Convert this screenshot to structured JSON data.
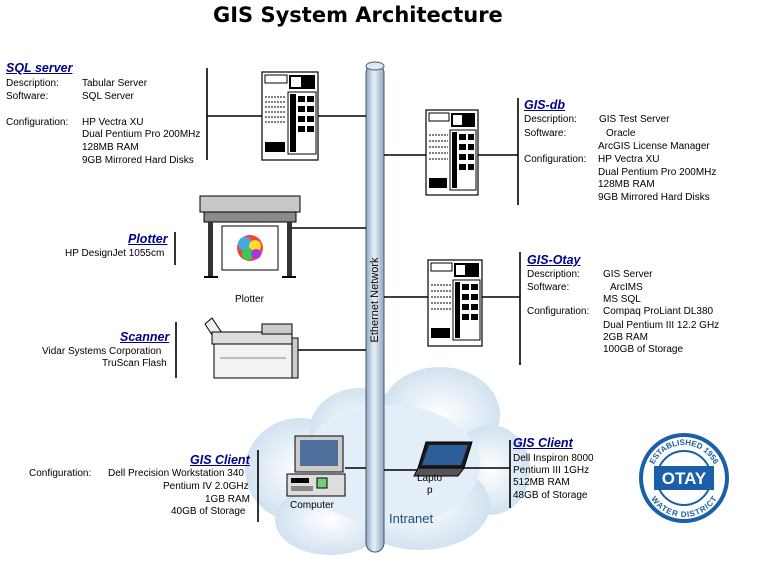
{
  "title": "GIS System Architecture",
  "network_label": "Ethernet Network",
  "intranet_label": "Intranet",
  "sql_server": {
    "heading": "SQL server",
    "desc_label": "Description:",
    "desc_value": "Tabular Server",
    "soft_label": "Software:",
    "soft_value": "SQL Server",
    "config_label": "Configuration:",
    "config_lines": [
      "HP Vectra XU",
      "Dual Pentium Pro 200MHz",
      "128MB RAM",
      "9GB Mirrored Hard Disks"
    ]
  },
  "gis_db": {
    "heading": "GIS-db",
    "desc_label": "Description:",
    "desc_value": "GIS Test Server",
    "soft_label": "Software:",
    "soft_lines": [
      "Oracle",
      "ArcGIS License Manager"
    ],
    "config_label": "Configuration:",
    "config_lines": [
      "HP Vectra XU",
      "Dual Pentium Pro 200MHz",
      "128MB RAM",
      "9GB Mirrored Hard Disks"
    ]
  },
  "plotter": {
    "heading": "Plotter",
    "model": "HP DesignJet 1055cm",
    "caption": "Plotter"
  },
  "gis_otay": {
    "heading": "GIS-Otay",
    "desc_label": "Description:",
    "desc_value": "GIS Server",
    "soft_label": "Software:",
    "soft_lines": [
      "ArcIMS",
      "MS SQL"
    ],
    "config_label": "Configuration:",
    "config_lines": [
      "Compaq ProLiant DL380",
      "Dual Pentium III 12.2 GHz",
      "2GB RAM",
      "100GB of Storage"
    ]
  },
  "scanner": {
    "heading": "Scanner",
    "lines": [
      "Vidar Systems Corporation",
      "TruScan Flash"
    ]
  },
  "gis_client_left": {
    "heading": "GIS Client",
    "config_label": "Configuration:",
    "config_lines": [
      "Dell Precision Workstation 340",
      "Pentium IV 2.0GHz",
      "1GB RAM",
      "40GB of Storage"
    ],
    "caption": "Computer"
  },
  "gis_client_right": {
    "heading": "GIS Client",
    "lines": [
      "Dell Inspiron 8000",
      "Pentium III 1GHz",
      "512MB RAM",
      "48GB of Storage"
    ],
    "caption_1": "Lapto",
    "caption_2": "p"
  },
  "logo": {
    "center": "OTAY",
    "top_arc": "ESTABLISHED 1956",
    "bottom_arc": "WATER DISTRICT",
    "color": "#1a5fa8"
  },
  "colors": {
    "heading": "#00008b",
    "cloud": "#dbe9f5",
    "pipe": "#b7c9dc"
  }
}
